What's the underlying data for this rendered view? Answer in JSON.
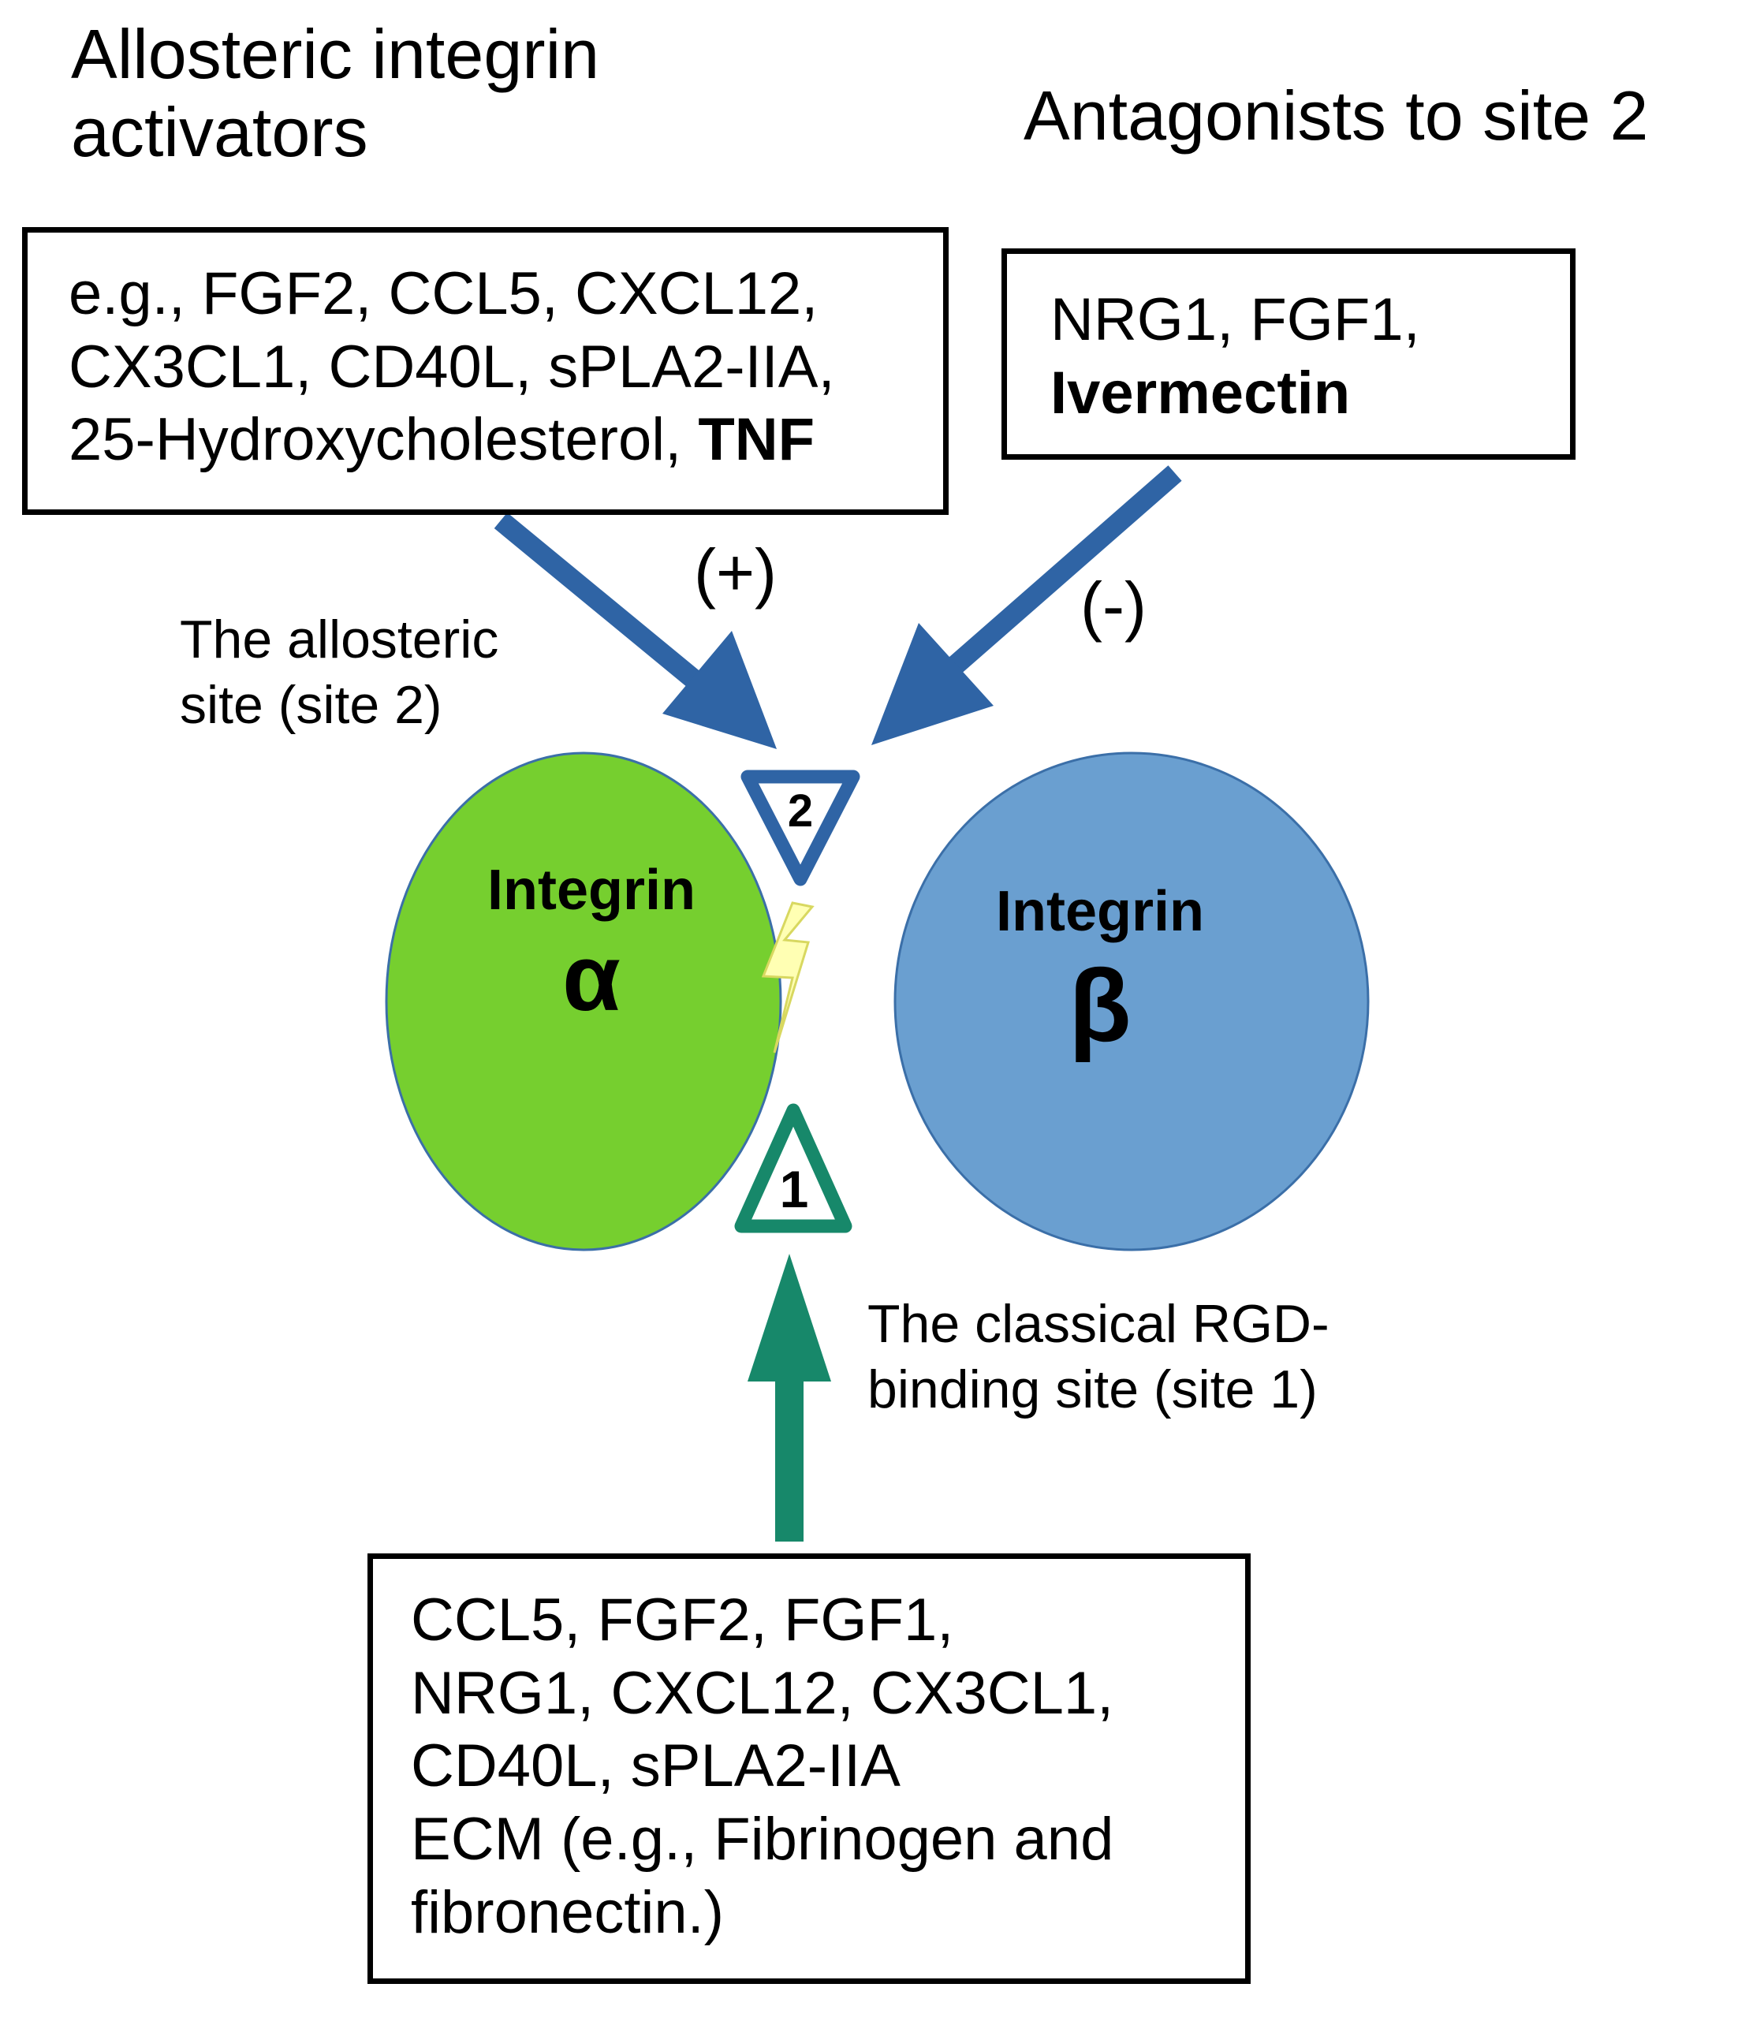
{
  "headings": {
    "activators": [
      "Allosteric integrin",
      "activators"
    ],
    "antagonists": "Antagonists to site 2"
  },
  "activators_box": {
    "lines": [
      "e.g., FGF2, CCL5, CXCL12,",
      "CX3CL1, CD40L, sPLA2-IIA,",
      "25-Hydroxycholesterol,"
    ],
    "bold_suffix": "TNF"
  },
  "antagonists_box": {
    "line1": "NRG1, FGF1,",
    "bold_line": "Ivermectin"
  },
  "signs": {
    "plus": "(+)",
    "minus": "(-)"
  },
  "site2_label": [
    "The allosteric",
    "site (site 2)"
  ],
  "site1_label": [
    "The classical RGD-",
    "binding site (site 1)"
  ],
  "integrin_alpha": {
    "title": "Integrin",
    "symbol": "α"
  },
  "integrin_beta": {
    "title": "Integrin",
    "symbol": "β"
  },
  "site2_marker": "2",
  "site1_marker": "1",
  "ligands_box": {
    "lines": [
      "CCL5, FGF2, FGF1,",
      "NRG1, CXCL12, CX3CL1,",
      "CD40L, sPLA2-IIA",
      "ECM (e.g., Fibrinogen and",
      "fibronectin.)"
    ]
  },
  "colors": {
    "alpha_fill": "#76cf2f",
    "beta_fill": "#6a9fd0",
    "blue_arrow": "#2f64a5",
    "green_arrow": "#17886a",
    "lightning": "#ffffb3"
  }
}
